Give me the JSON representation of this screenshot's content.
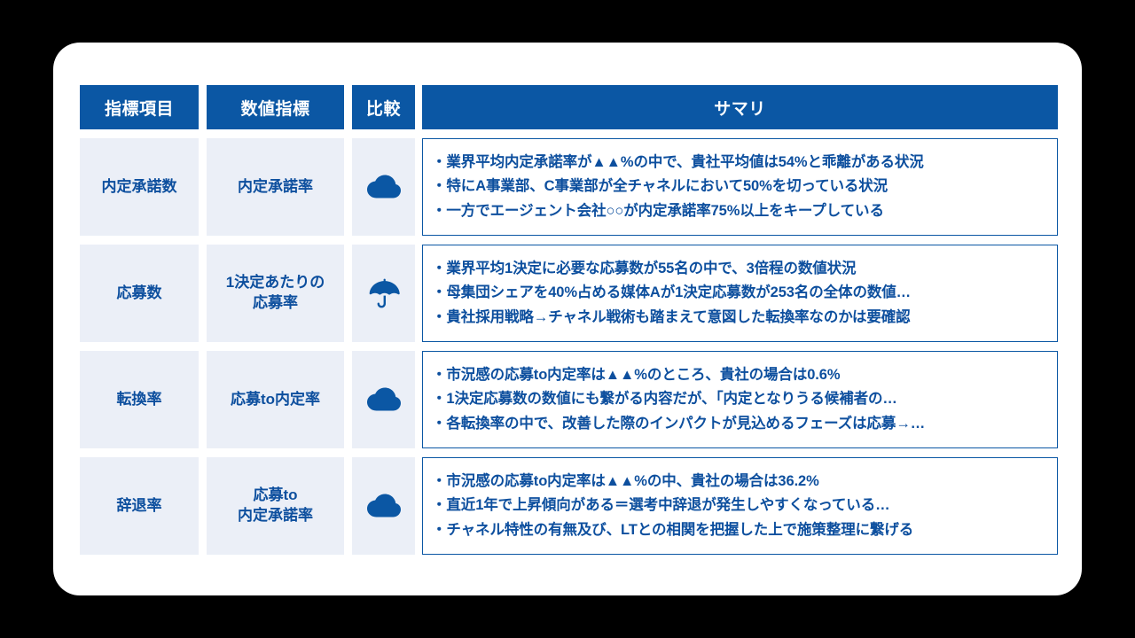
{
  "theme": {
    "page_background": "#000000",
    "card_background": "#ffffff",
    "header_blue": "#0b57a4",
    "cell_gray": "#ebeff7",
    "text_blue": "#0d4f9e",
    "border_blue": "#0b57a4"
  },
  "table": {
    "headers": [
      {
        "label": "指標項目"
      },
      {
        "label": "数値指標"
      },
      {
        "label": "比較"
      },
      {
        "label": "サマリ"
      }
    ],
    "rows": [
      {
        "metric_item": "内定承諾数",
        "metric_value": "内定承諾率",
        "comparison_icon": "cloud-icon",
        "summary": [
          "業界平均内定承諾率が▲▲%の中で、貴社平均値は54%と乖離がある状況",
          "特にA事業部、C事業部が全チャネルにおいて50%を切っている状況",
          "一方でエージェント会社○○が内定承諾率75%以上をキープしている"
        ]
      },
      {
        "metric_item": "応募数",
        "metric_value": "1決定あたりの\n応募率",
        "comparison_icon": "umbrella-icon",
        "summary": [
          "業界平均1決定に必要な応募数が55名の中で、3倍程の数値状況",
          "母集団シェアを40%占める媒体Aが1決定応募数が253名の全体の数値…",
          "貴社採用戦略→チャネル戦術も踏まえて意図した転換率なのかは要確認"
        ]
      },
      {
        "metric_item": "転換率",
        "metric_value": "応募to内定率",
        "comparison_icon": "cloud-icon",
        "summary": [
          "市況感の応募to内定率は▲▲%のところ、貴社の場合は0.6%",
          "1決定応募数の数値にも繋がる内容だが、「内定となりうる候補者の…",
          "各転換率の中で、改善した際のインパクトが見込めるフェーズは応募→…"
        ]
      },
      {
        "metric_item": "辞退率",
        "metric_value": "応募to\n内定承諾率",
        "comparison_icon": "cloud-icon",
        "summary": [
          "市況感の応募to内定率は▲▲%の中、貴社の場合は36.2%",
          "直近1年で上昇傾向がある＝選考中辞退が発生しやすくなっている…",
          "チャネル特性の有無及び、LTとの相関を把握した上で施策整理に繋げる"
        ]
      }
    ]
  }
}
